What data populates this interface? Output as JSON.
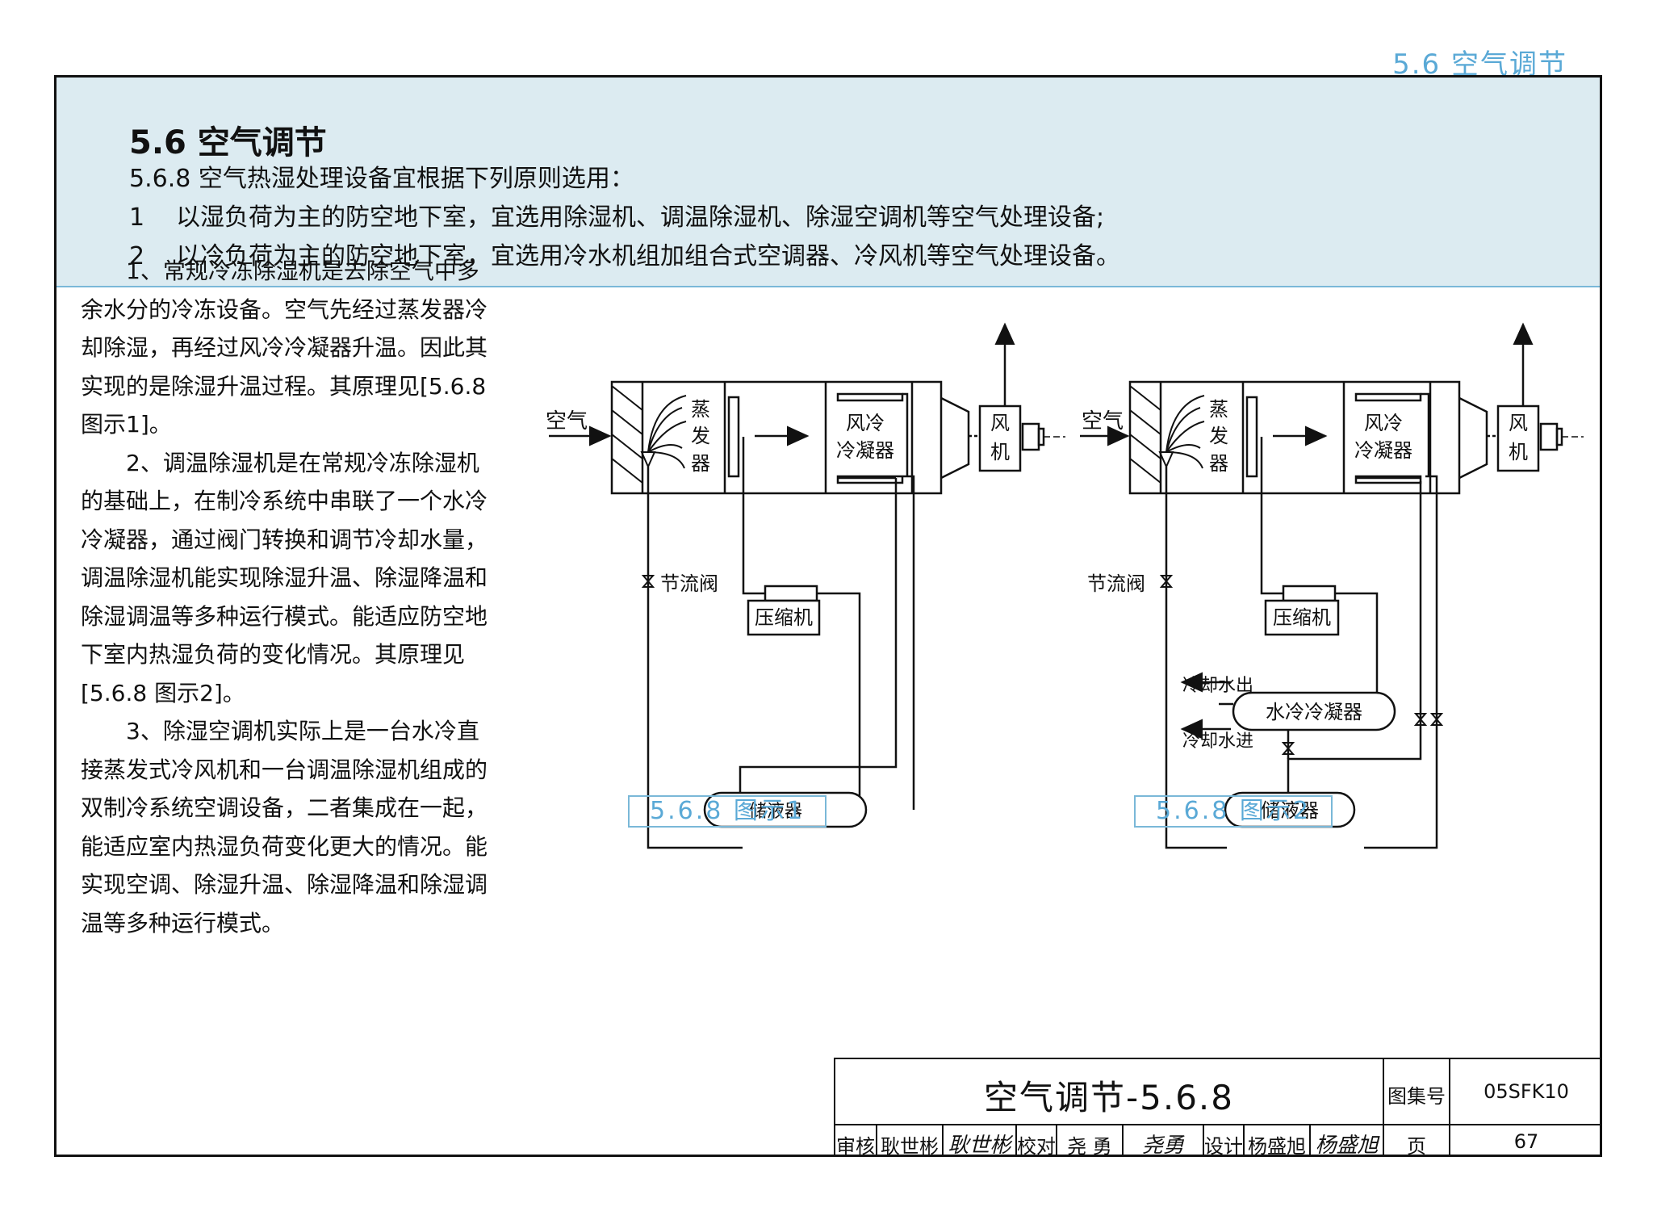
{
  "header": {
    "section_ref": "5.6  空气调节"
  },
  "band": {
    "title": "5.6   空气调节",
    "clause": "5.6.8    空气热湿处理设备宜根据下列原则选用：",
    "items": [
      {
        "num": "1",
        "text": "以湿负荷为主的防空地下室，宜选用除湿机、调温除湿机、除湿空调机等空气处理设备;"
      },
      {
        "num": "2",
        "text": "以冷负荷为主的防空地下室，宜选用冷水机组加组合式空调器、冷风机等空气处理设备。"
      }
    ]
  },
  "body": {
    "paragraphs": [
      "1、常规冷冻除湿机是去除空气中多余水分的冷冻设备。空气先经过蒸发器冷却除湿，再经过风冷冷凝器升温。因此其实现的是除湿升温过程。其原理见[5.6.8  图示1]。",
      "2、调温除湿机是在常规冷冻除湿机的基础上，在制冷系统中串联了一个水冷冷凝器，通过阀门转换和调节冷却水量，调温除湿机能实现除湿升温、除湿降温和除湿调温等多种运行模式。能适应防空地下室内热湿负荷的变化情况。其原理见[5.6.8  图示2]。",
      "3、除湿空调机实际上是一台水冷直接蒸发式冷风机和一台调温除湿机组成的双制冷系统空调设备，二者集成在一起，能适应室内热湿负荷变化更大的情况。能实现空调、除湿升温、除湿降温和除湿调温等多种运行模式。"
    ]
  },
  "diagram1": {
    "caption": "5.6.8  图示1",
    "air": "空气",
    "evaporator": "蒸发器",
    "condenser_line1": "风冷",
    "condenser_line2": "冷凝器",
    "fan_line1": "风",
    "fan_line2": "机",
    "valve": "节流阀",
    "compressor": "压缩机",
    "receiver": "储液器"
  },
  "diagram2": {
    "caption": "5.6.8  图示2",
    "air": "空气",
    "evaporator": "蒸发器",
    "condenser_line1": "风冷",
    "condenser_line2": "冷凝器",
    "fan_line1": "风",
    "fan_line2": "机",
    "valve": "节流阀",
    "compressor": "压缩机",
    "receiver": "储液器",
    "water_condenser": "水冷冷凝器",
    "cooling_water_out": "冷却水出",
    "cooling_water_in": "冷却水进"
  },
  "title_block": {
    "title": "空气调节-5.6.8",
    "atlas_label": "图集号",
    "atlas_no": "05SFK10",
    "review_label": "审核",
    "reviewer": "耿世彬",
    "check_label": "校对",
    "checker": "尧  勇",
    "design_label": "设计",
    "designer": "杨盛旭",
    "page_label": "页",
    "page_no": "67"
  }
}
